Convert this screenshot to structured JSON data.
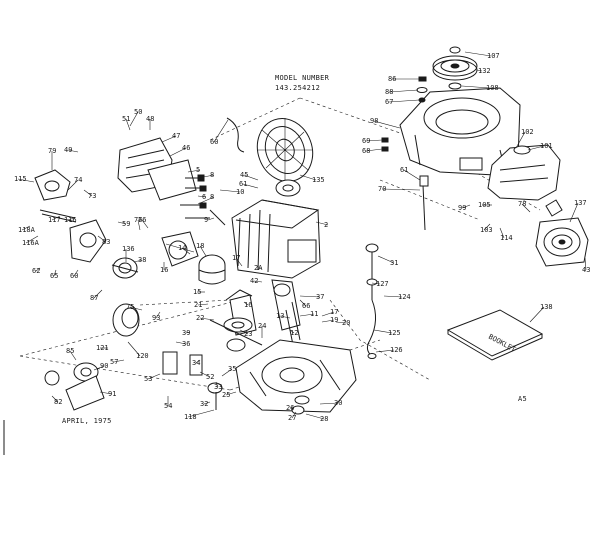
{
  "header": {
    "model_number_label": "MODEL NUMBER",
    "model_number": "143.254212"
  },
  "date": "APRIL, 1975",
  "page_code": "A5",
  "booklet_text": "BOOKLET",
  "part_labels": [
    "107",
    "132",
    "86",
    "88",
    "108",
    "67",
    "102",
    "98",
    "101",
    "69",
    "68",
    "61",
    "70",
    "99",
    "105",
    "78",
    "137",
    "103",
    "114",
    "43",
    "60",
    "50",
    "51",
    "48",
    "47",
    "49",
    "46",
    "79",
    "76",
    "74",
    "73",
    "45",
    "115",
    "135",
    "61",
    "5",
    "8",
    "10",
    "8",
    "6",
    "9",
    "2",
    "117",
    "118A",
    "116",
    "116A",
    "59",
    "76",
    "83",
    "136",
    "62",
    "65",
    "60",
    "16",
    "38",
    "87",
    "14",
    "18",
    "17",
    "2A",
    "42",
    "31",
    "127",
    "124",
    "75",
    "15",
    "21",
    "16",
    "37",
    "66",
    "22",
    "11",
    "13",
    "23",
    "19",
    "20",
    "17",
    "12",
    "93",
    "39",
    "125",
    "126",
    "24",
    "120",
    "57",
    "36",
    "90",
    "121",
    "34",
    "35",
    "52",
    "85",
    "53",
    "82",
    "91",
    "33",
    "25",
    "32",
    "30",
    "118",
    "54",
    "26",
    "27",
    "28",
    "138"
  ]
}
